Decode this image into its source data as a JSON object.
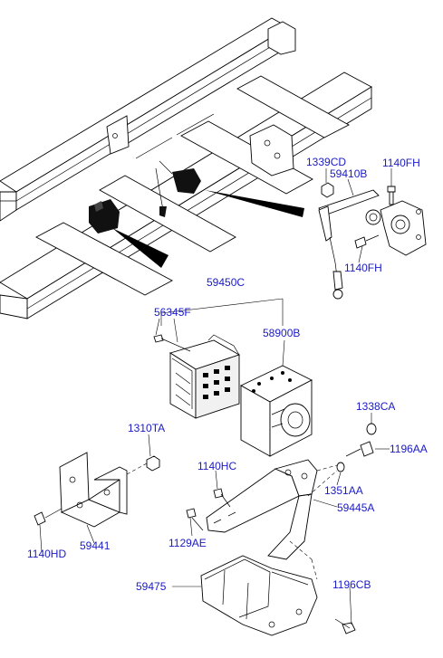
{
  "diagram": {
    "labels": {
      "p1339CD": "1339CD",
      "p59410B": "59410B",
      "p1140FH_top": "1140FH",
      "p1140FH_bottom": "1140FH",
      "p59450C": "59450C",
      "p56345F": "56345F",
      "p58900B": "58900B",
      "p1338CA": "1338CA",
      "p1196AA": "1196AA",
      "p1310TA": "1310TA",
      "p1140HC": "1140HC",
      "p1351AA": "1351AA",
      "p59445A": "59445A",
      "p1129AE": "1129AE",
      "p1140HD": "1140HD",
      "p59441": "59441",
      "p59475": "59475",
      "p1196CB": "1196CB"
    },
    "colors": {
      "label": "#1a1ac8",
      "line": "#000000",
      "background": "#ffffff"
    }
  }
}
